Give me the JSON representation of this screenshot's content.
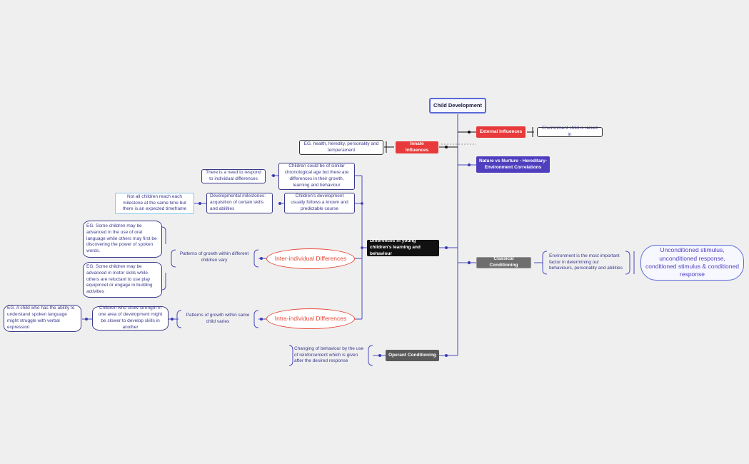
{
  "diagram": {
    "root": "Child Development",
    "external_influences": "External Influences",
    "environment_raised": "Environment child is raised in",
    "innate_influences": "Innate Influences",
    "innate_examples": "EG. health, heredity, personality and temperament",
    "nature_nurture": "Nature vs Nurture - Hereditary-Environment Correlations",
    "differences": "Differences in young children's learning and behaviour",
    "similar_age": "Children could be of similar chronological age but there are differences in their growth, learning and behaviour",
    "respond_differences": "There is a need to respond to individual differences",
    "known_course": "Children's development usually follows a known and predictable course",
    "milestones": "Developmental milestones: acquisition of certain skills and abilities",
    "not_all_children": "Not all children reach each milestone at the same time but there is an expected timeframe",
    "inter_individual": "Inter-individual Differences",
    "patterns_different": "Patterns of growth within different children vary",
    "eg_oral": "EG. Some children may be advanced in the use of oral language while others may first be discovering the power of spoken words.",
    "eg_motor": "EG. Some children may be advanced in motor skills while others are reluctant to use play equipmnet or engage in building activities",
    "intra_individual": "Intra-individual Differences",
    "patterns_same": "Patterns of growth within same child varies",
    "strength_one_area": "Children who show strength in one area of development might be slower to develop skills in another",
    "eg_spoken": "EG. A child who has the ability to understand spoken language might struggle with verbal expression",
    "classical": "Classical Conditioning",
    "environment_important": "Environment is the most important factor in determining our behaviours, personality and abilities",
    "unconditioned": "Unconditioned stimulus, unconditioned response, conditioned stimulus & conditioned response",
    "operant": "Operant Conditioning",
    "reinforcement": "Changing of behaviour by the use of reinforcement which is given after the desired response"
  }
}
